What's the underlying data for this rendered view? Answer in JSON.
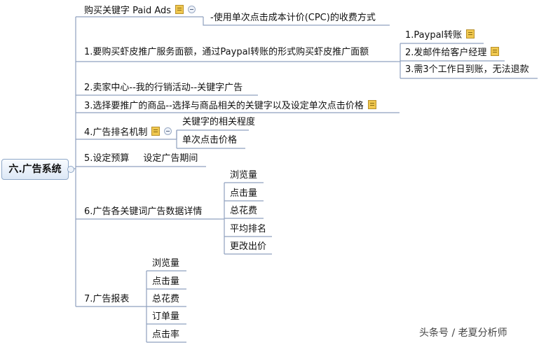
{
  "root": {
    "label": "六.广告系统"
  },
  "branches": {
    "b0": {
      "label": "购买关键字 Paid Ads",
      "detail": "-使用单次点击成本计价(CPC)的收费方式"
    },
    "b1": {
      "label": "1.要购买虾皮推广服务面额，通过Paypal转账的形式购买虾皮推广面额",
      "children": [
        "1.Paypal转账",
        "2.发邮件给客户经理",
        "3.需3个工作日到账，无法退款"
      ]
    },
    "b2": {
      "label": "2.卖家中心--我的行销活动--关键字广告"
    },
    "b3": {
      "label": "3.选择要推广的商品--选择与商品相关的关键字以及设定单次点击价格"
    },
    "b4": {
      "label": "4.广告排名机制",
      "children": [
        "关键字的相关程度",
        "单次点击价格"
      ]
    },
    "b5": {
      "label": "5.设定预算",
      "extra": "设定广告期间"
    },
    "b6": {
      "label": "6.广告各关键词广告数据详情",
      "children": [
        "浏览量",
        "点击量",
        "总花费",
        "平均排名",
        "更改出价"
      ]
    },
    "b7": {
      "label": "7.广告报表",
      "children": [
        "浏览量",
        "点击量",
        "总花费",
        "订单量",
        "点击率"
      ]
    }
  },
  "watermark": "头条号 / 老夏分析师"
}
